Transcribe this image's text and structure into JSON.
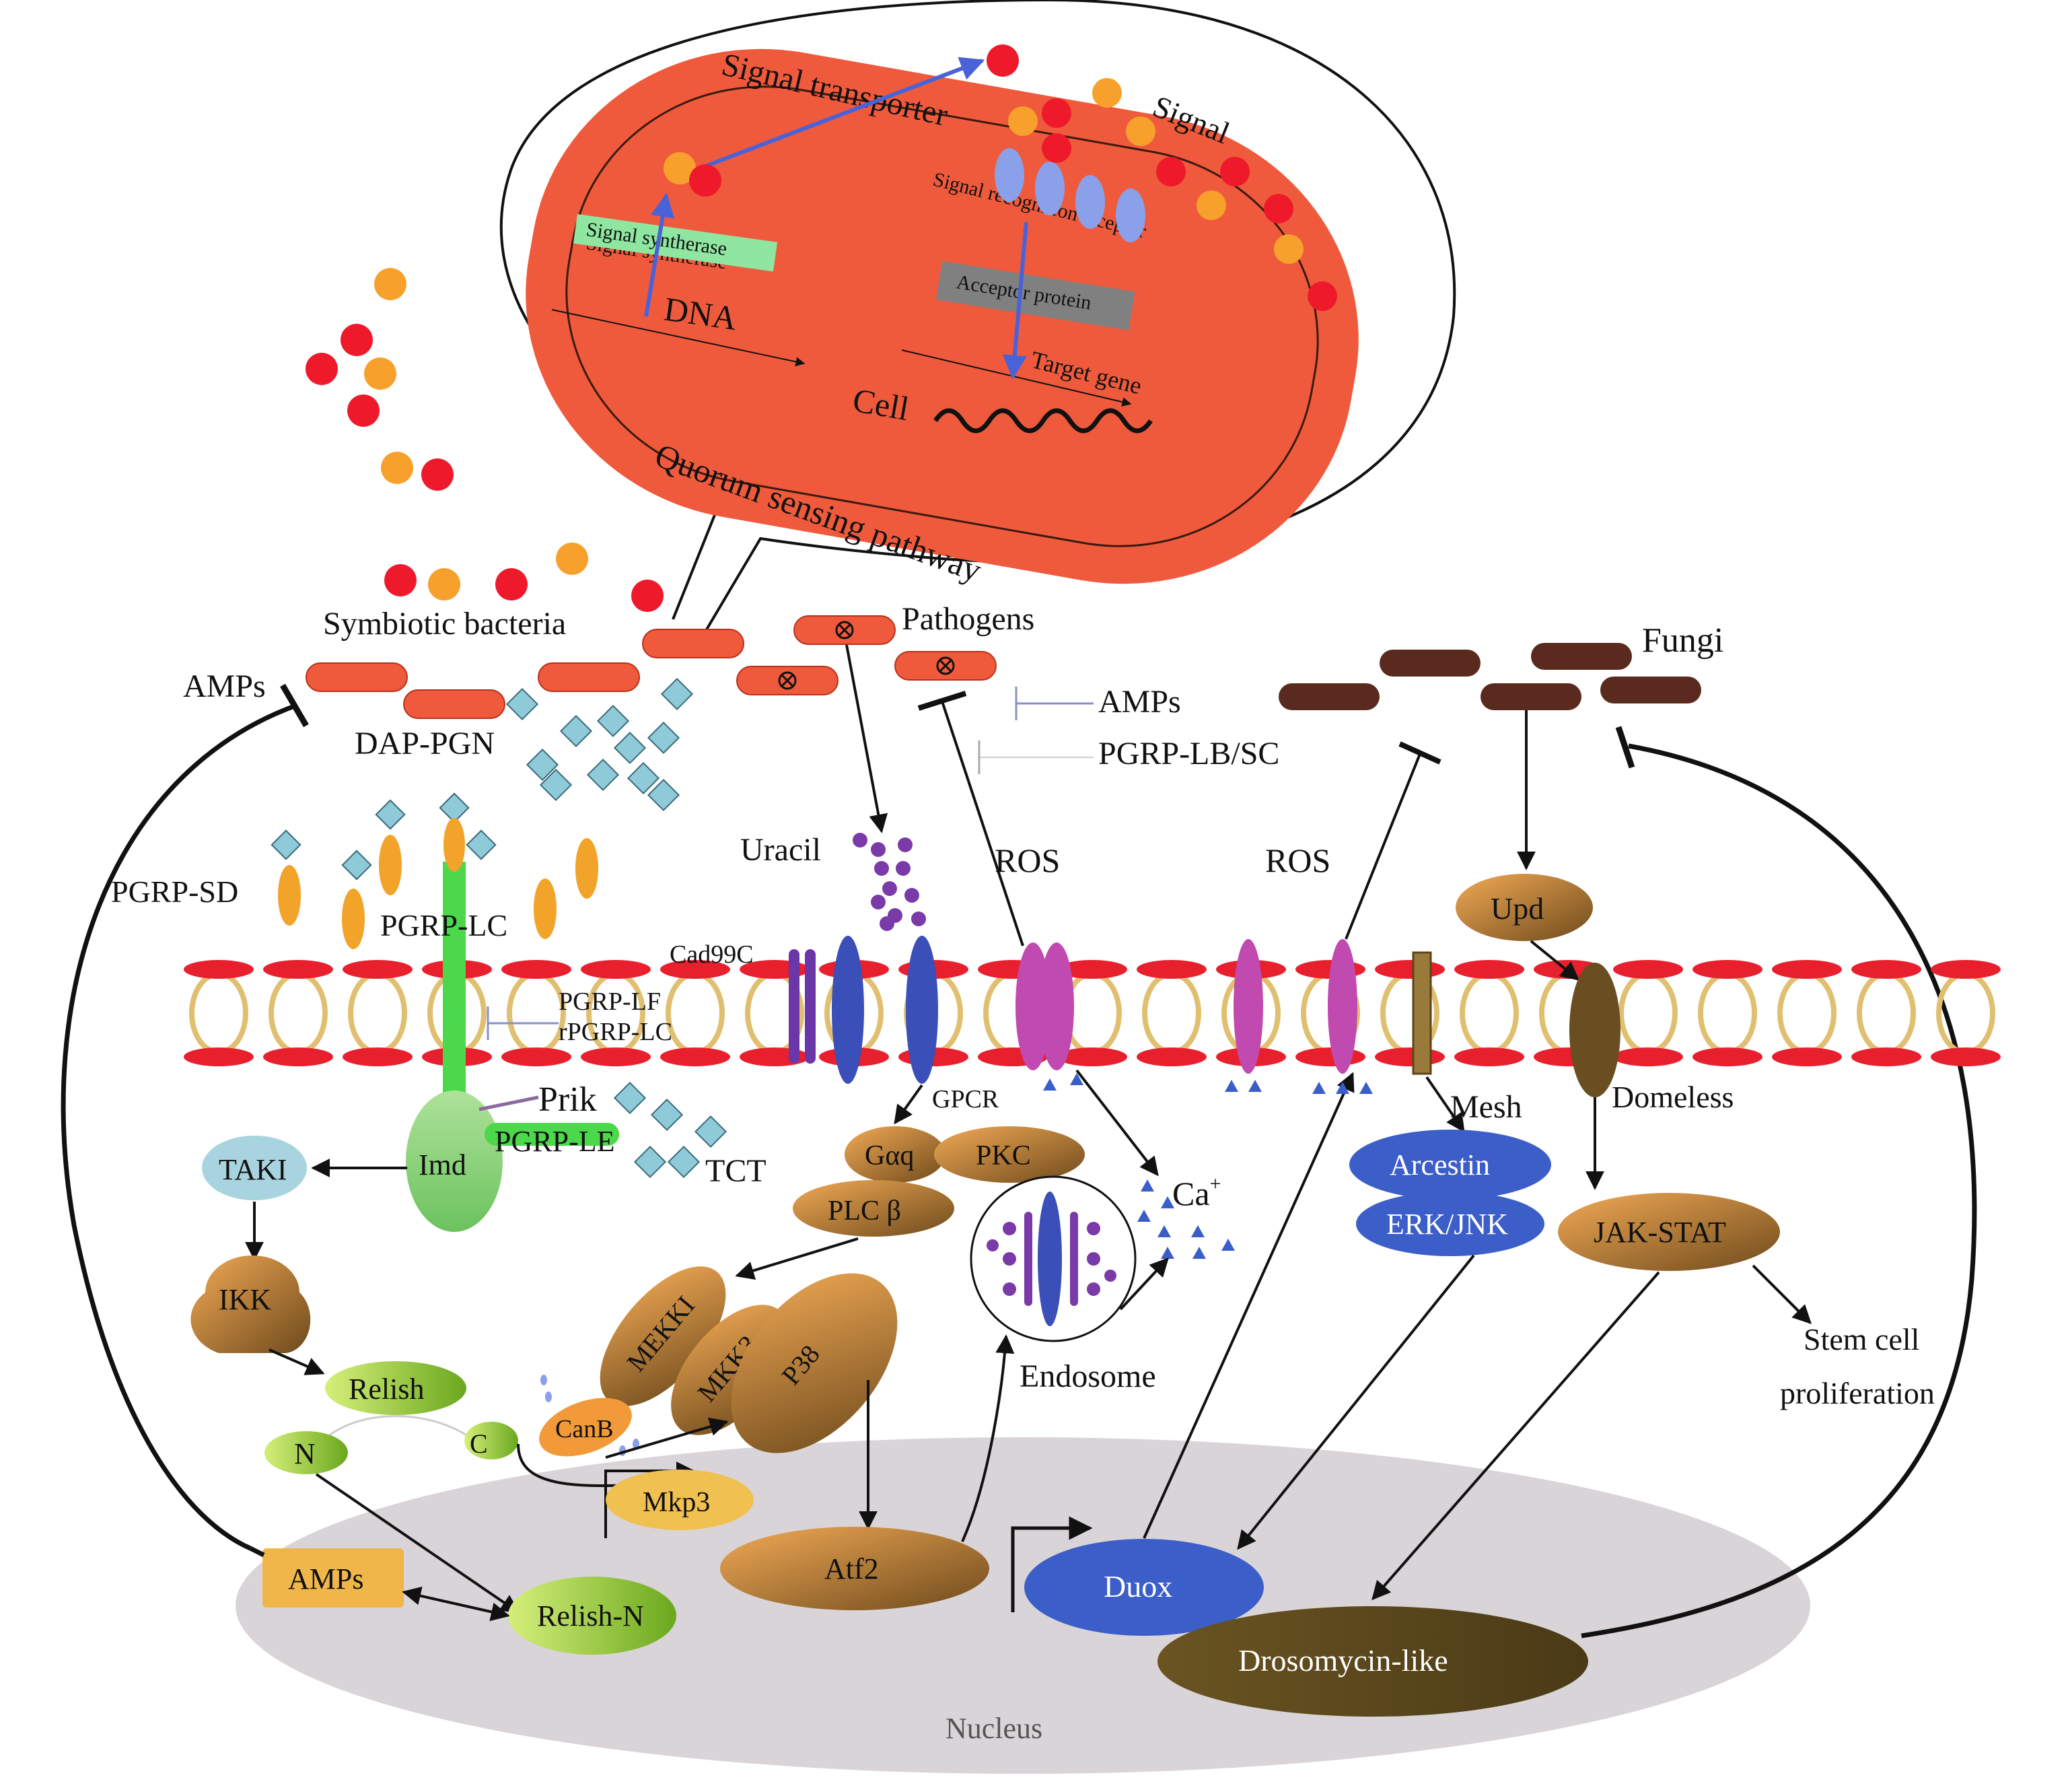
{
  "colors": {
    "signal_red": "#ee1a2c",
    "signal_orange": "#f7a12c",
    "cell_body": "#f05a3c",
    "bacteria": "#f05a3c",
    "fungi": "#5a2a1e",
    "nucleus": "#d8d3d8",
    "membrane_red": "#e8202e",
    "membrane_tan": "#e0c070",
    "pgrp_green": "#4bd84b",
    "pgrp_orange": "#f2a32a",
    "dap_pgn": "#8ecad8",
    "imd_green": "#92d67c",
    "taki": "#a8d4e0",
    "kinase": "#c48a3c",
    "gpcr_blue": "#3a4fb8",
    "ros_magenta": "#c04ab0",
    "cad99c_purple": "#6a36a8",
    "uracil_purple": "#7a3aa8",
    "mesh_brown": "#9a7a3a",
    "domeless": "#6a4e22",
    "arcestin": "#3c5ec8",
    "duox": "#3c5ec8",
    "drosomycin": "#5a4a1e",
    "relish": "#9ccd2a",
    "amps_box": "#f0b64a",
    "signal_synthase_box": "#8fe6a0",
    "acceptor_box": "#808080"
  },
  "quorum": {
    "signal_transporter": "Signal transporter",
    "signal": "Signal",
    "signal_synthase": "Signal syntherase",
    "signal_recognition": "Signal recognition tcceptor",
    "dna": "DNA",
    "acceptor_protein": "Acceptor protein",
    "target_gene": "Target gene",
    "cell": "Cell",
    "pathway": "Quorum sensing pathway"
  },
  "extracellular": {
    "symbiotic_bacteria": "Symbiotic bacteria",
    "pathogens": "Pathogens",
    "fungi": "Fungi",
    "amps_left": "AMPs",
    "amps_mid": "AMPs",
    "pgrp_lb_sc": "PGRP-LB/SC",
    "dap_pgn": "DAP-PGN"
  },
  "imd_pathway": {
    "pgrp_sd": "PGRP-SD",
    "pgrp_lc": "PGRP-LC",
    "pgrp_lf": "PGRP-LF",
    "rpgrp_lc": "rPGRP-LC",
    "prik": "Prik",
    "pgrp_le": "PGRP-LE",
    "tct": "TCT",
    "imd": "Imd",
    "taki": "TAKI",
    "ikk": "IKK",
    "relish": "Relish",
    "n": "N",
    "c": "C",
    "relish_n": "Relish-N",
    "amps": "AMPs"
  },
  "uracil_pathway": {
    "uracil": "Uracil",
    "cad99c": "Cad99C",
    "ros": "ROS",
    "gpcr": "GPCR",
    "gaq": "Gαq",
    "pkc": "PKC",
    "plcb": "PLC β",
    "mekki": "MEKKI",
    "mkk3": "MKK3",
    "p38": "P38",
    "canb": "CanB",
    "mkp3": "Mkp3",
    "atf2": "Atf2",
    "endosome": "Endosome",
    "ca": "Ca",
    "ca_sup": "+",
    "duox": "Duox"
  },
  "right_pathway": {
    "ros": "ROS",
    "mesh": "Mesh",
    "arcestin": "Arcestin",
    "erk_jnk": "ERK/JNK",
    "upd": "Upd",
    "domeless": "Domeless",
    "jak_stat": "JAK-STAT",
    "stem_cell_1": "Stem cell",
    "stem_cell_2": "proliferation",
    "drosomycin": "Drosomycin-like"
  },
  "nucleus": "Nucleus"
}
